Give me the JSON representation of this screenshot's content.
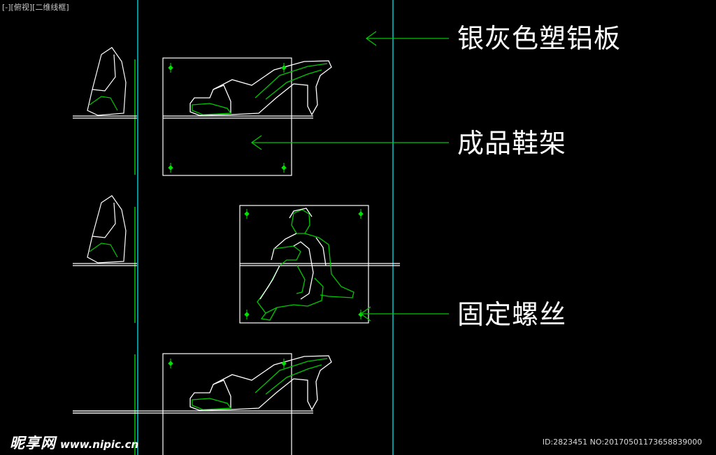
{
  "viewport": {
    "label": "[-][俯视][二维线框]"
  },
  "callouts": {
    "panel": "银灰色塑铝板",
    "rack": "成品鞋架",
    "screw": "固定螺丝"
  },
  "watermark": {
    "logo": "昵享网",
    "url": "www.nipic.cn",
    "image_id": "ID:2823451 NO:20170501173658839000"
  },
  "colors": {
    "background": "#000000",
    "line_white": "#ffffff",
    "line_green": "#00c800",
    "line_cyan": "#00c8d2",
    "screw_green": "#00e000"
  },
  "icons": [
    "shoe-icon",
    "stone-icon",
    "figure-icon",
    "screw-icon",
    "arrow-icon"
  ]
}
